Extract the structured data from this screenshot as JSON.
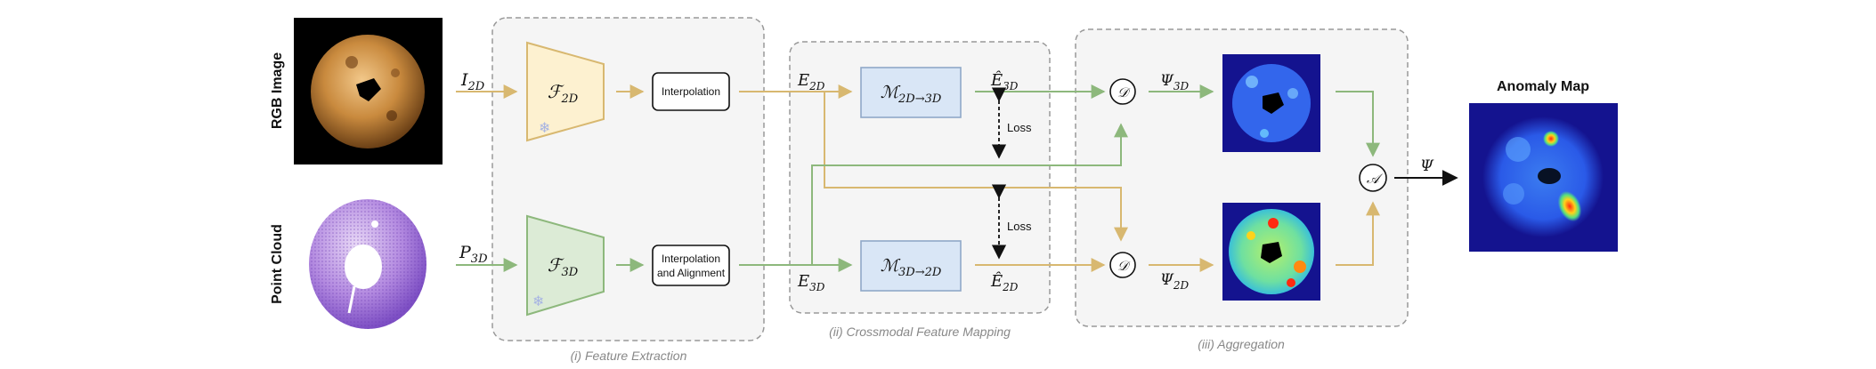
{
  "row_labels": {
    "rgb": "RGB Image",
    "pc": "Point Cloud"
  },
  "inputs": {
    "i2d": "I",
    "i2d_sub": "2D",
    "p3d": "P",
    "p3d_sub": "3D"
  },
  "extractors": {
    "f2d": "ℱ",
    "f2d_sub": "2D",
    "f3d": "ℱ",
    "f3d_sub": "3D",
    "frozen_icon": "snowflake-icon"
  },
  "processing": {
    "interp": "Interpolation",
    "interp_align_1": "Interpolation",
    "interp_align_2": "and Alignment"
  },
  "features": {
    "e2d": "E",
    "e2d_sub": "2D",
    "e3d": "E",
    "e3d_sub": "3D"
  },
  "mappings": {
    "m23": "ℳ",
    "m23_sub": "2D→3D",
    "m32": "ℳ",
    "m32_sub": "3D→2D"
  },
  "predicted": {
    "e3d_hat": "Ê",
    "e3d_hat_sub": "3D",
    "e2d_hat": "Ê",
    "e2d_hat_sub": "2D"
  },
  "loss": "Loss",
  "distance": "𝒟",
  "aggregator": "𝒜",
  "psi": {
    "p3d": "Ψ",
    "p3d_sub": "3D",
    "p2d": "Ψ",
    "p2d_sub": "2D",
    "final": "Ψ"
  },
  "output_title": "Anomaly Map",
  "sections": {
    "s1": "(i) Feature Extraction",
    "s2": "(ii) Crossmodal Feature Mapping",
    "s3": "(iii) Aggregation"
  },
  "colors": {
    "yellow": "#d8b870",
    "green": "#8db87c",
    "f2d_fill": "#fdf1d0",
    "f3d_fill": "#dcebd6",
    "mapping_fill": "#d9e6f6",
    "mapping_stroke": "#8fa8c8",
    "panel_fill": "#f5f5f5",
    "panel_stroke": "#999999"
  }
}
